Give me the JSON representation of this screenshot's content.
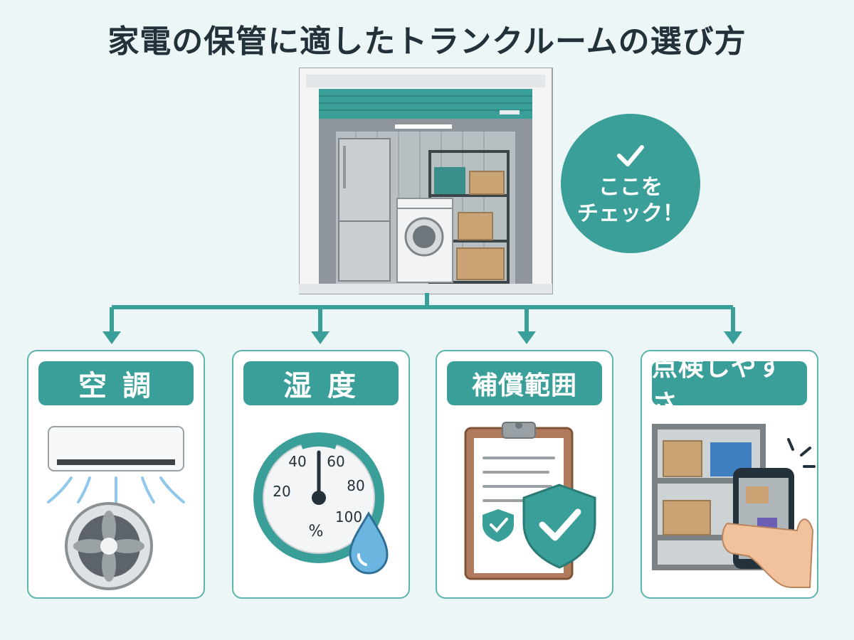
{
  "title": "家電の保管に適したトランクルームの選び方",
  "badge": {
    "line1": "ここを",
    "line2": "チェック！"
  },
  "cards": [
    {
      "label": "空 調",
      "icon": "air-conditioner-icon"
    },
    {
      "label": "湿 度",
      "icon": "hygrometer-icon"
    },
    {
      "label": "補償範囲",
      "icon": "clipboard-shield-icon"
    },
    {
      "label": "点検しやすさ",
      "icon": "smartphone-inspection-icon"
    }
  ],
  "hygrometer": {
    "ticks": [
      "20",
      "40",
      "60",
      "80",
      "100"
    ],
    "unit": "%"
  },
  "colors": {
    "accent": "#3a9f98",
    "text": "#22313a",
    "background": "#ecf6f6"
  }
}
